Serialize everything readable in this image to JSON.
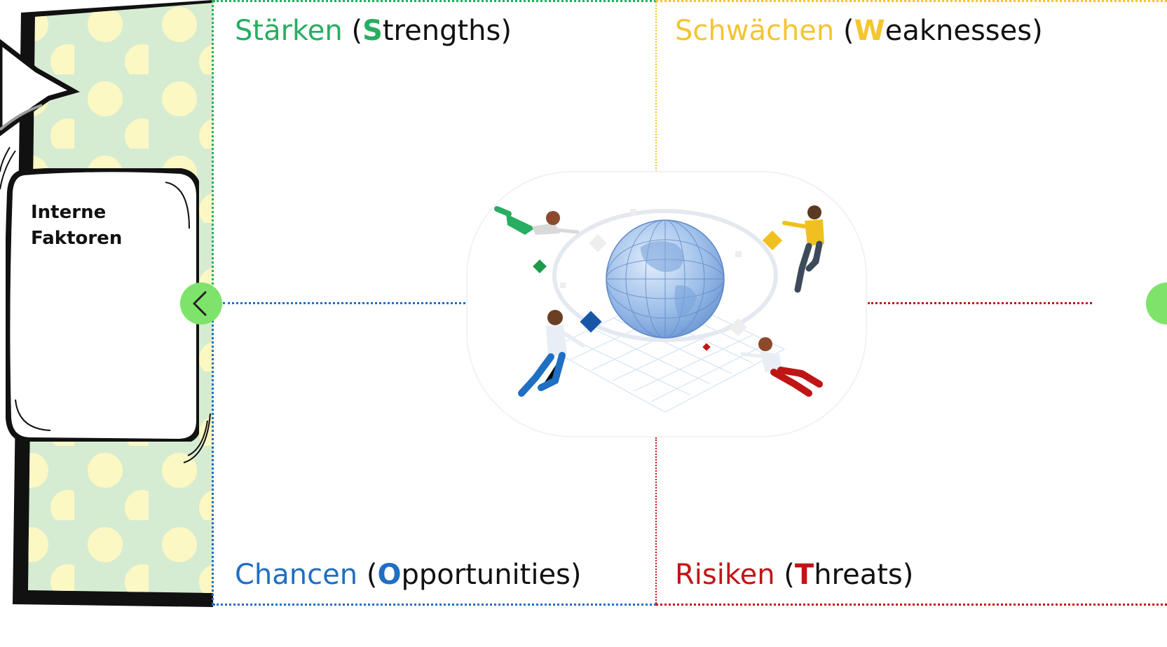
{
  "speech_box": {
    "text": "Interne\nFaktoren"
  },
  "quadrants": {
    "strengths": {
      "word": "Stärken",
      "open": " (",
      "letter": "S",
      "rest": "trengths)"
    },
    "weaknesses": {
      "word": "Schwächen",
      "open": " (",
      "letter": "W",
      "rest": "eaknesses)"
    },
    "opportunities": {
      "word": "Chancen",
      "open": " (",
      "letter": "O",
      "rest": "pportunities)"
    },
    "threats": {
      "word": "Risiken",
      "open": " (",
      "letter": "T",
      "rest": "hreats)"
    }
  },
  "colors": {
    "strengths": "#27ae60",
    "weaknesses": "#f3c530",
    "opportunities": "#1f6fc2",
    "threats": "#c01515",
    "nav_button": "#7ee36a",
    "panel_background": "#d6ecd2",
    "panel_dots": "#fbf8c4"
  },
  "icons": {
    "back_button": "chevron-left-icon",
    "center_illustration": "globe-vr-people-icon"
  }
}
